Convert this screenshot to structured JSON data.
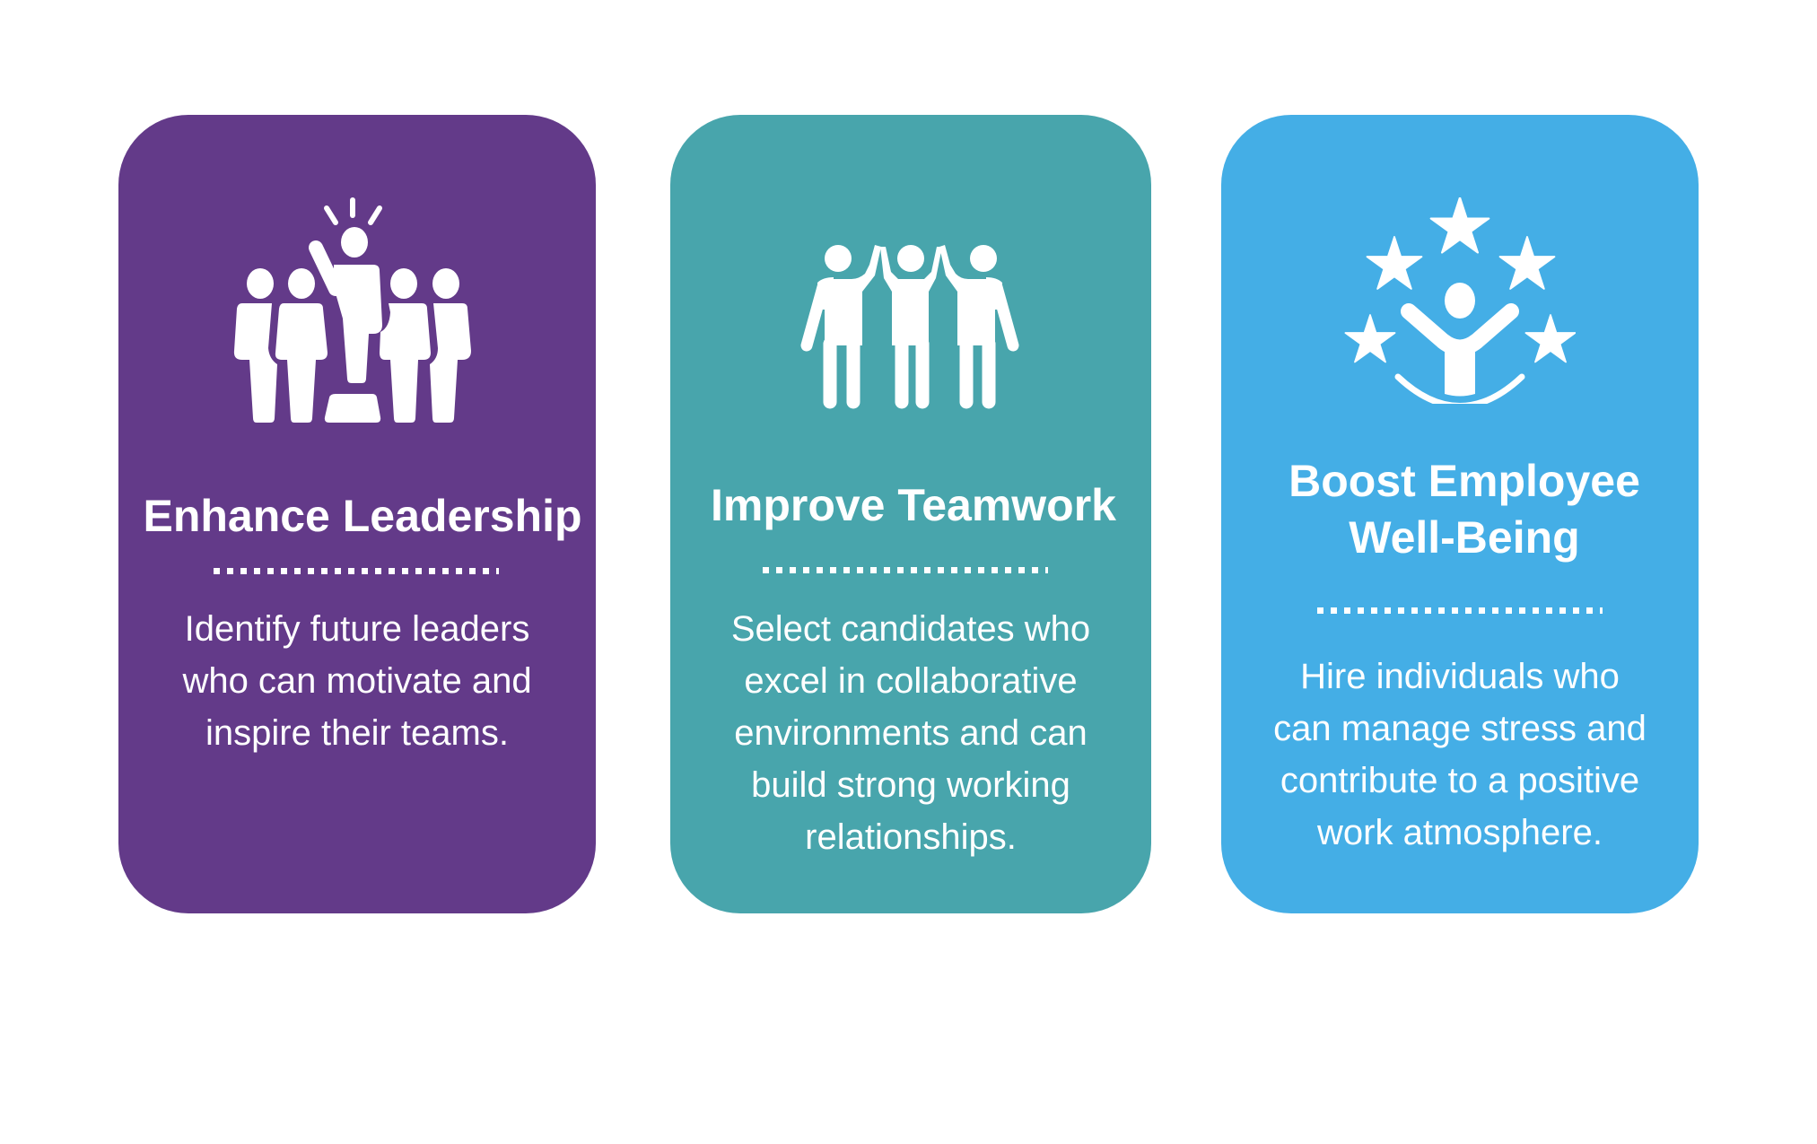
{
  "colors": {
    "leadership": "#633A89",
    "teamwork": "#48A5AC",
    "wellbeing": "#44AEE6",
    "text": "#FFFFFF",
    "background": "#FFFFFF"
  },
  "cards": [
    {
      "icon": "leader-with-group-icon",
      "title_lines": [
        "Enhance Leadership"
      ],
      "body_lines": [
        "Identify future leaders",
        "who can motivate and",
        "inspire their teams."
      ]
    },
    {
      "icon": "team-high-five-icon",
      "title_lines": [
        "Improve Teamwork"
      ],
      "body_lines": [
        "Select candidates who",
        "excel in collaborative",
        "environments and can",
        "build strong working",
        "relationships."
      ]
    },
    {
      "icon": "person-with-stars-icon",
      "title_lines": [
        "Boost Employee",
        "Well-Being"
      ],
      "body_lines": [
        "Hire individuals who",
        "can manage stress and",
        "contribute to a positive",
        "work atmosphere."
      ]
    }
  ]
}
